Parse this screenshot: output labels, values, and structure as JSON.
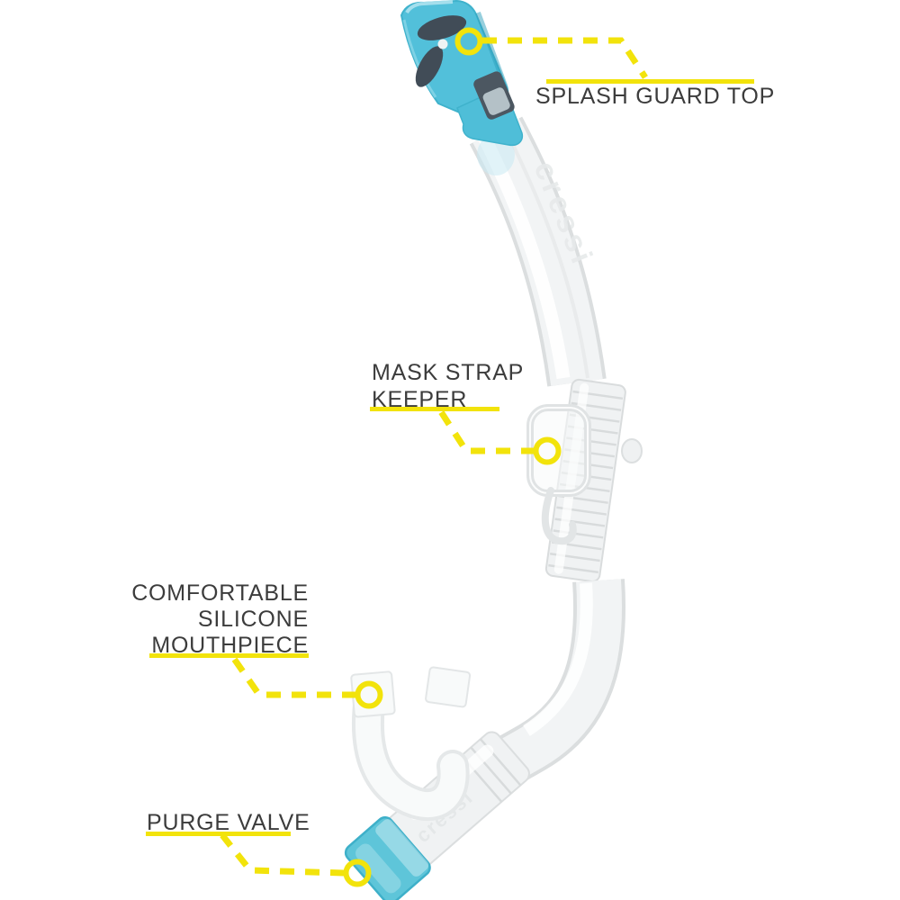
{
  "diagram": {
    "type": "annotated-product-diagram",
    "product": "semi-dry snorkel",
    "brand_embossed": "cressi",
    "background": "#ffffff",
    "colors": {
      "accent_yellow": "#F2E30B",
      "label_text": "#3C3C3C",
      "teal": "#52C0DA",
      "teal_dark": "#2E9FBC",
      "vent_slot_dark": "#414C57",
      "tube_fill": "#F2F4F5",
      "tube_edge": "#DBDEDF"
    },
    "callouts": [
      {
        "name": "splash-guard-top",
        "rule_position": "above",
        "lines": [
          "SPLASH GUARD TOP"
        ]
      },
      {
        "name": "mask-strap-keeper",
        "rule_position": "below",
        "lines": [
          "MASK STRAP",
          "KEEPER"
        ]
      },
      {
        "name": "silicone-mouthpiece",
        "rule_position": "below",
        "lines": [
          "COMFORTABLE",
          "SILICONE",
          "MOUTHPIECE"
        ]
      },
      {
        "name": "purge-valve",
        "rule_position": "below",
        "lines": [
          "PURGE VALVE"
        ]
      }
    ]
  }
}
